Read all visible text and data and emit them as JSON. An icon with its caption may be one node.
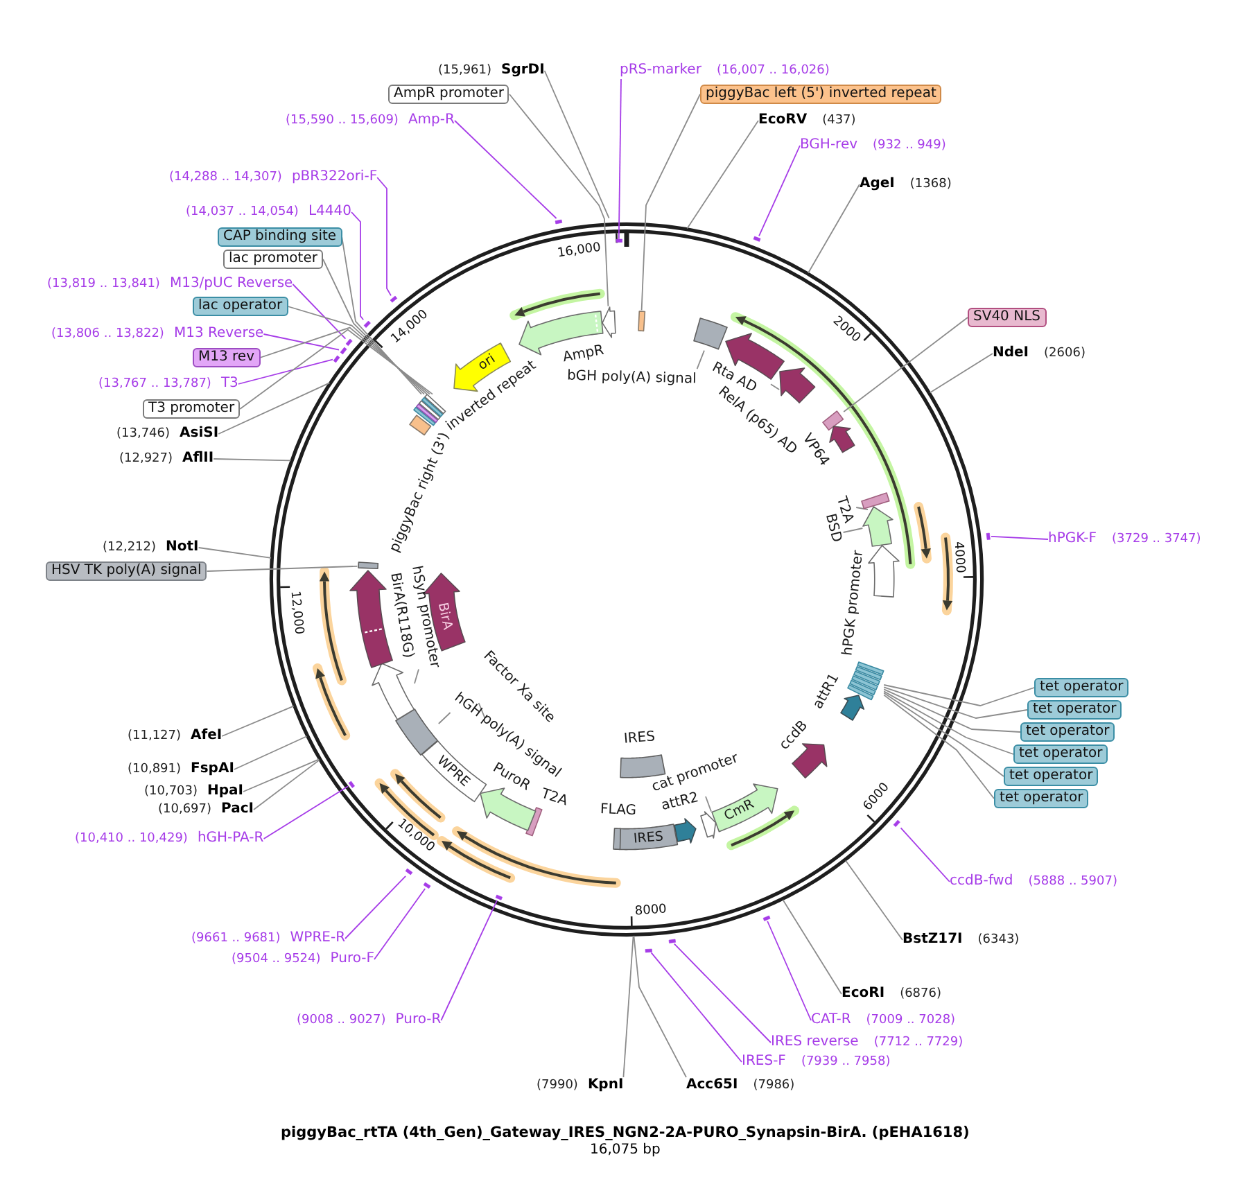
{
  "diagram": {
    "title": "piggyBac_rtTA (4th_Gen)_Gateway_IRES_NGN2-2A-PURO_Synapsin-BirA. (pEHA1618)",
    "caption": "16,075 bp",
    "nodes": [
      {
        "text": [
          "(15,961)",
          "SgrDI"
        ]
      },
      {
        "text": [
          "pRS-marker",
          "(16,007 .. 16,026)"
        ]
      },
      {
        "text": [
          "AmpR promoter"
        ]
      },
      {
        "text": [
          "piggyBac left (5') inverted repeat"
        ]
      },
      {
        "text": [
          "(15,590 .. 15,609)",
          "Amp-R"
        ]
      },
      {
        "text": [
          "EcoRV",
          "(437)"
        ]
      },
      {
        "text": [
          "BGH-rev",
          "(932 .. 949)"
        ]
      },
      {
        "text": [
          "(14,288 .. 14,307)",
          "pBR322ori-F"
        ]
      },
      {
        "text": [
          "AgeI",
          "(1368)"
        ]
      },
      {
        "text": [
          "(14,037 .. 14,054)",
          "L4440"
        ]
      },
      {
        "text": [
          "CAP binding site"
        ]
      },
      {
        "text": [
          "lac promoter"
        ]
      },
      {
        "text": [
          "(13,819 .. 13,841)",
          "M13/pUC Reverse"
        ]
      },
      {
        "text": [
          "lac operator"
        ]
      },
      {
        "text": [
          "SV40 NLS"
        ]
      },
      {
        "text": [
          "(13,806 .. 13,822)",
          "M13 Reverse"
        ]
      },
      {
        "text": [
          "NdeI",
          "(2606)"
        ]
      },
      {
        "text": [
          "M13 rev"
        ]
      },
      {
        "text": [
          "(13,767 .. 13,787)",
          "T3"
        ]
      },
      {
        "text": [
          "T3 promoter"
        ]
      },
      {
        "text": [
          "(13,746)",
          "AsiSI"
        ]
      },
      {
        "text": [
          "(12,927)",
          "AflII"
        ]
      },
      {
        "text": [
          "hPGK-F",
          "(3729 .. 3747)"
        ]
      },
      {
        "text": [
          "(12,212)",
          "NotI"
        ]
      },
      {
        "text": [
          "HSV TK poly(A) signal"
        ]
      },
      {
        "text": [
          "tet operator"
        ]
      },
      {
        "text": [
          "tet operator"
        ]
      },
      {
        "text": [
          "tet operator"
        ]
      },
      {
        "text": [
          "tet operator"
        ]
      },
      {
        "text": [
          "tet operator"
        ]
      },
      {
        "text": [
          "tet operator"
        ]
      },
      {
        "text": [
          "(11,127)",
          "AfeI"
        ]
      },
      {
        "text": [
          "(10,891)",
          "FspAI"
        ]
      },
      {
        "text": [
          "(10,703)",
          "HpaI"
        ]
      },
      {
        "text": [
          "(10,697)",
          "PacI"
        ]
      },
      {
        "text": [
          "(10,410 .. 10,429)",
          "hGH-PA-R"
        ]
      },
      {
        "text": [
          "ccdB-fwd",
          "(5888 .. 5907)"
        ]
      },
      {
        "text": [
          "(9661 .. 9681)",
          "WPRE-R"
        ]
      },
      {
        "text": [
          "BstZ17I",
          "(6343)"
        ]
      },
      {
        "text": [
          "(9504 .. 9524)",
          "Puro-F"
        ]
      },
      {
        "text": [
          "EcoRI",
          "(6876)"
        ]
      },
      {
        "text": [
          "(9008 .. 9027)",
          "Puro-R"
        ]
      },
      {
        "text": [
          "CAT-R",
          "(7009 .. 7028)"
        ]
      },
      {
        "text": [
          "IRES reverse",
          "(7712 .. 7729)"
        ]
      },
      {
        "text": [
          "IRES-F",
          "(7939 .. 7958)"
        ]
      },
      {
        "text": [
          "(7990)",
          "KpnI"
        ]
      },
      {
        "text": [
          "Acc65I",
          "(7986)"
        ]
      },
      {
        "text": [],
        "shape": "arrow"
      },
      {
        "text": [],
        "shape": "arrow",
        "beside": [
          "AmpR"
        ]
      },
      {
        "text": [],
        "shape": "bar"
      },
      {
        "text": [
          "bGH poly(A) signal"
        ]
      },
      {
        "text": [],
        "shape": "box"
      },
      {
        "text": [],
        "shape": "arrow",
        "beside": [
          "Rta AD"
        ]
      },
      {
        "text": [
          "RelA (p65) AD"
        ]
      },
      {
        "text": [],
        "shape": "arrow"
      },
      {
        "text": [],
        "shape": "bar"
      },
      {
        "text": [],
        "shape": "arrow",
        "beside": [
          "VP64"
        ]
      },
      {
        "text": [
          "T2A"
        ]
      },
      {
        "text": [],
        "shape": "bar"
      },
      {
        "text": [
          "BSD"
        ]
      },
      {
        "text": [],
        "shape": "arrow"
      },
      {
        "text": [],
        "shape": "arrow",
        "beside": [
          "hPGK promoter"
        ]
      },
      {
        "text": [],
        "shape": "bar"
      },
      {
        "text": [],
        "shape": "arrow",
        "beside": [
          "attR1"
        ]
      },
      {
        "text": [],
        "shape": "arrow",
        "beside": [
          "ccdB"
        ]
      },
      {
        "text": [
          "CmR"
        ]
      },
      {
        "text": [
          "cat promoter"
        ]
      },
      {
        "text": [],
        "shape": "arrow"
      },
      {
        "text": [],
        "shape": "arrow",
        "beside": [
          "attR2"
        ]
      },
      {
        "text": [],
        "shape": "box",
        "beside": [
          "IRES"
        ]
      },
      {
        "text": [
          "IRES"
        ]
      },
      {
        "text": [],
        "shape": "bar",
        "beside": [
          "FLAG"
        ]
      },
      {
        "text": [],
        "shape": "bar",
        "beside": [
          "T2A"
        ]
      },
      {
        "text": [],
        "shape": "arrow",
        "beside": [
          "PuroR"
        ]
      },
      {
        "text": [
          "WPRE"
        ]
      },
      {
        "text": [
          "hGH poly(A) signal"
        ]
      },
      {
        "text": [],
        "shape": "box"
      },
      {
        "text": [
          "Factor Xa site"
        ]
      },
      {
        "text": [
          "hSyn promoter"
        ]
      },
      {
        "text": [],
        "shape": "arrow"
      },
      {
        "text": [],
        "shape": "arrow",
        "beside": [
          "BirA(R118G)"
        ]
      },
      {
        "text": [
          "BirA"
        ]
      },
      {
        "text": [],
        "shape": "bar"
      },
      {
        "text": [],
        "shape": "bar",
        "beside": [
          "piggyBac right (3') inverted repeat"
        ]
      },
      {
        "text": [
          "ori"
        ]
      },
      {
        "text": [],
        "shape": "bar"
      },
      {
        "text": [],
        "shape": "bar"
      },
      {
        "text": [],
        "shape": "bar"
      },
      {
        "text": [],
        "shape": "bar"
      },
      {
        "text": [],
        "shape": "bar"
      },
      {
        "text": [],
        "shape": "bar"
      },
      {
        "text": [],
        "shape": "bar"
      },
      {
        "text": [],
        "shape": "bar"
      },
      {
        "text": [],
        "shape": "bar"
      },
      {
        "text": [],
        "shape": "bar"
      },
      {
        "text": [],
        "shape": "bar"
      },
      {
        "text": [],
        "shape": "bar"
      },
      {
        "text": [],
        "shape": "bar"
      },
      {
        "text": [],
        "shape": "bar"
      },
      {
        "text": [],
        "shape": "bar"
      },
      {
        "text": [],
        "shape": "bar"
      },
      {
        "text": [],
        "shape": "bar"
      },
      {
        "text": [],
        "shape": "bar"
      }
    ],
    "edges": [
      {
        "from": 0,
        "to": null,
        "arrow": "none"
      },
      {
        "from": 1,
        "to": 86,
        "arrow": "none",
        "color": "#a63ce8"
      },
      {
        "from": 2,
        "to": 47,
        "arrow": "none"
      },
      {
        "from": 3,
        "to": 49,
        "arrow": "none"
      },
      {
        "from": 4,
        "to": 87,
        "arrow": "none",
        "color": "#a63ce8"
      },
      {
        "from": 5,
        "to": null,
        "arrow": "none"
      },
      {
        "from": 6,
        "to": 88,
        "arrow": "none",
        "color": "#a63ce8"
      },
      {
        "from": 7,
        "to": 89,
        "arrow": "none",
        "color": "#a63ce8"
      },
      {
        "from": 8,
        "to": null,
        "arrow": "none"
      },
      {
        "from": 9,
        "to": 90,
        "arrow": "none",
        "color": "#a63ce8"
      },
      {
        "from": 10,
        "to": 85,
        "arrow": "none"
      },
      {
        "from": 11,
        "to": 85,
        "arrow": "none"
      },
      {
        "from": 12,
        "to": 91,
        "arrow": "none",
        "color": "#a63ce8"
      },
      {
        "from": 13,
        "to": 85,
        "arrow": "none"
      },
      {
        "from": 14,
        "to": 55,
        "arrow": "none"
      },
      {
        "from": 15,
        "to": 92,
        "arrow": "none",
        "color": "#a63ce8"
      },
      {
        "from": 16,
        "to": null,
        "arrow": "none"
      },
      {
        "from": 17,
        "to": 85,
        "arrow": "none"
      },
      {
        "from": 18,
        "to": 93,
        "arrow": "none",
        "color": "#a63ce8"
      },
      {
        "from": 19,
        "to": 85,
        "arrow": "none"
      },
      {
        "from": 20,
        "to": null,
        "arrow": "none"
      },
      {
        "from": 21,
        "to": null,
        "arrow": "none"
      },
      {
        "from": 22,
        "to": 94,
        "arrow": "none",
        "color": "#a63ce8"
      },
      {
        "from": 23,
        "to": null,
        "arrow": "none"
      },
      {
        "from": 24,
        "to": 82,
        "arrow": "none"
      },
      {
        "from": 25,
        "to": 62,
        "arrow": "none"
      },
      {
        "from": 26,
        "to": 62,
        "arrow": "none"
      },
      {
        "from": 27,
        "to": 62,
        "arrow": "none"
      },
      {
        "from": 28,
        "to": 62,
        "arrow": "none"
      },
      {
        "from": 29,
        "to": 62,
        "arrow": "none"
      },
      {
        "from": 30,
        "to": 62,
        "arrow": "none"
      },
      {
        "from": 31,
        "to": null,
        "arrow": "none"
      },
      {
        "from": 32,
        "to": null,
        "arrow": "none"
      },
      {
        "from": 33,
        "to": null,
        "arrow": "none"
      },
      {
        "from": 34,
        "to": null,
        "arrow": "none"
      },
      {
        "from": 35,
        "to": 95,
        "arrow": "none",
        "color": "#a63ce8"
      },
      {
        "from": 36,
        "to": 96,
        "arrow": "none",
        "color": "#a63ce8"
      },
      {
        "from": 37,
        "to": 97,
        "arrow": "none",
        "color": "#a63ce8"
      },
      {
        "from": 38,
        "to": null,
        "arrow": "none"
      },
      {
        "from": 39,
        "to": 98,
        "arrow": "none",
        "color": "#a63ce8"
      },
      {
        "from": 40,
        "to": null,
        "arrow": "none"
      },
      {
        "from": 41,
        "to": 99,
        "arrow": "none",
        "color": "#a63ce8"
      },
      {
        "from": 42,
        "to": 100,
        "arrow": "none",
        "color": "#a63ce8"
      },
      {
        "from": 43,
        "to": 101,
        "arrow": "none",
        "color": "#a63ce8"
      },
      {
        "from": 44,
        "to": 102,
        "arrow": "none",
        "color": "#a63ce8"
      },
      {
        "from": 45,
        "to": null,
        "arrow": "none"
      },
      {
        "from": 46,
        "to": null,
        "arrow": "none"
      },
      {
        "from": 50,
        "to": 51,
        "arrow": "none"
      },
      {
        "from": 53,
        "to": 54,
        "arrow": "none"
      },
      {
        "from": 57,
        "to": 58,
        "arrow": "none"
      },
      {
        "from": 59,
        "to": 60,
        "arrow": "none"
      },
      {
        "from": 66,
        "to": 67,
        "arrow": "none"
      },
      {
        "from": 75,
        "to": 76,
        "arrow": "none"
      },
      {
        "from": 77,
        "to": null,
        "arrow": "none"
      },
      {
        "from": 78,
        "to": 79,
        "arrow": "none"
      }
    ],
    "labels": [
      "16,000",
      "2000",
      "4000",
      "6000",
      "8000",
      "10,000",
      "12,000",
      "14,000"
    ]
  }
}
